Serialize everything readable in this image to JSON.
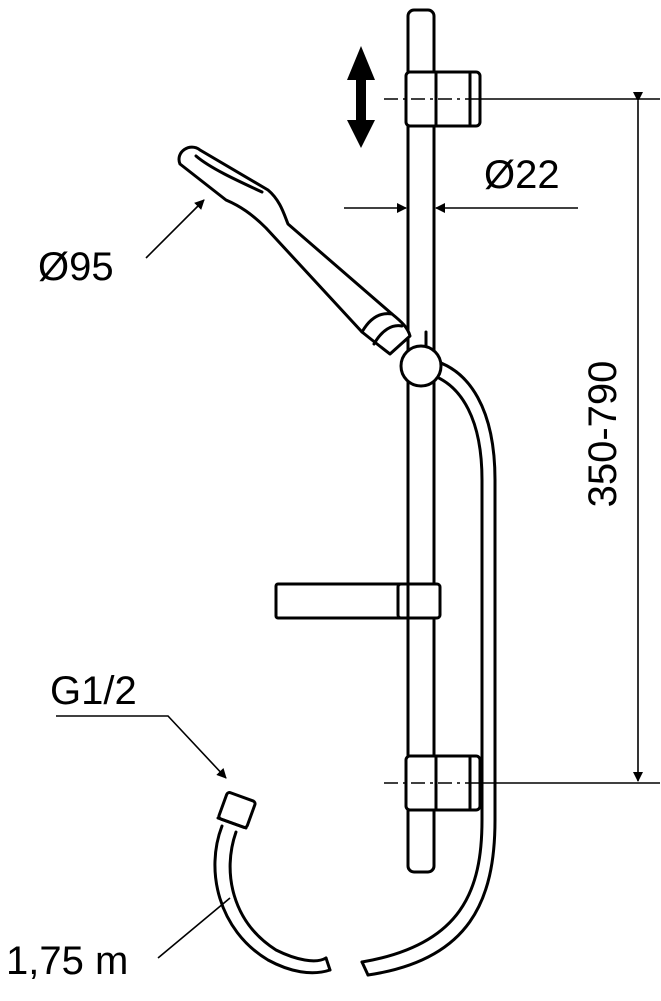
{
  "labels": {
    "head_diameter": "Ø95",
    "rail_diameter": "Ø22",
    "adjust_range": "350-790",
    "thread": "G1/2",
    "hose_length": "1,75 m"
  },
  "icons": {
    "adjust_arrow": "double-headed-vertical-arrow-icon"
  }
}
